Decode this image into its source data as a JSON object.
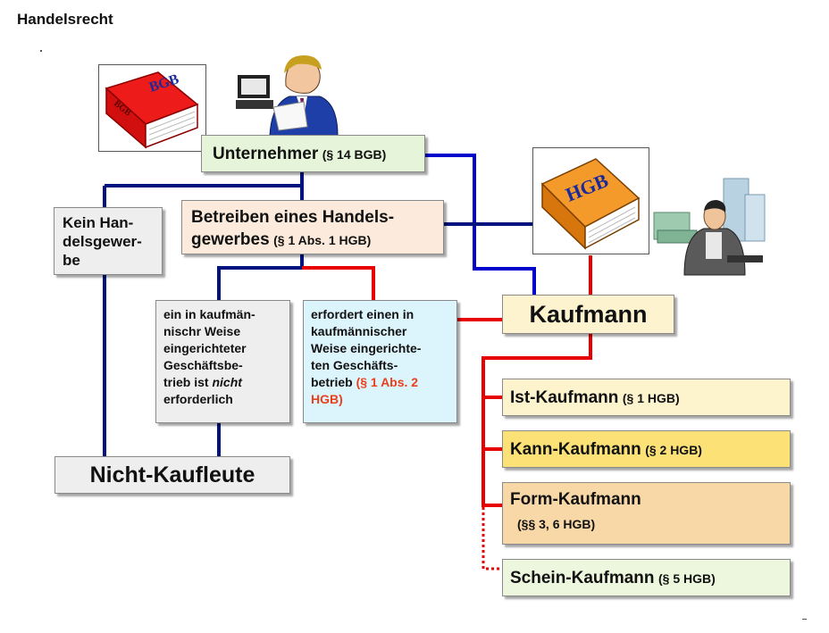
{
  "page_title": "Handelsrecht",
  "books": {
    "bgb": "BGB",
    "hgb": "HGB"
  },
  "nodes": {
    "unternehmer": {
      "label": "Unternehmer",
      "ref": "(§ 14 BGB)"
    },
    "betreiben": {
      "line1": "Betreiben eines Handels-",
      "line2": "gewerbes",
      "ref": "(§ 1 Abs. 1 HGB)"
    },
    "kein": {
      "lines": [
        "Kein Han-",
        "delsgewer-",
        "be"
      ]
    },
    "nicht_erforderlich": {
      "lines": [
        "ein in kaufmän-",
        "nischr Weise",
        "eingerichteter",
        "Geschäftsbe-",
        "trieb ist"
      ],
      "em": "nicht",
      "last": "erforderlich"
    },
    "erfordert": {
      "lines": [
        "erfordert einen in",
        "kaufmännischer",
        "Weise eingerichte-",
        "ten Geschäfts-",
        "betrieb"
      ],
      "ref1": "(§ 1 Abs. 2",
      "ref2": "HGB)"
    },
    "nicht_kaufleute": {
      "label": "Nicht-Kaufleute"
    },
    "kaufmann": {
      "label": "Kaufmann"
    },
    "ist": {
      "label": "Ist-Kaufmann",
      "ref": "(§ 1 HGB)"
    },
    "kann": {
      "label": "Kann-Kaufmann",
      "ref": "(§ 2 HGB)"
    },
    "form": {
      "label": "Form-Kaufmann",
      "ref": "(§§ 3, 6 HGB)"
    },
    "schein": {
      "label": "Schein-Kaufmann",
      "ref": "(§ 5 HGB)"
    }
  },
  "colors": {
    "blue_line": "#0000cc",
    "navy_line": "#00137f",
    "red_line": "#e60000",
    "green_box": "#e6f5d9",
    "peach_box": "#fcebdc",
    "cyan_box": "#dcf4fc",
    "grey_box": "#eeeeee",
    "kaufmann_box": "#fdf3cf",
    "ist_box": "#fdf4cd",
    "kann_box": "#fbe176",
    "form_box": "#f9d8a8",
    "schein_box": "#ecf7dd"
  }
}
